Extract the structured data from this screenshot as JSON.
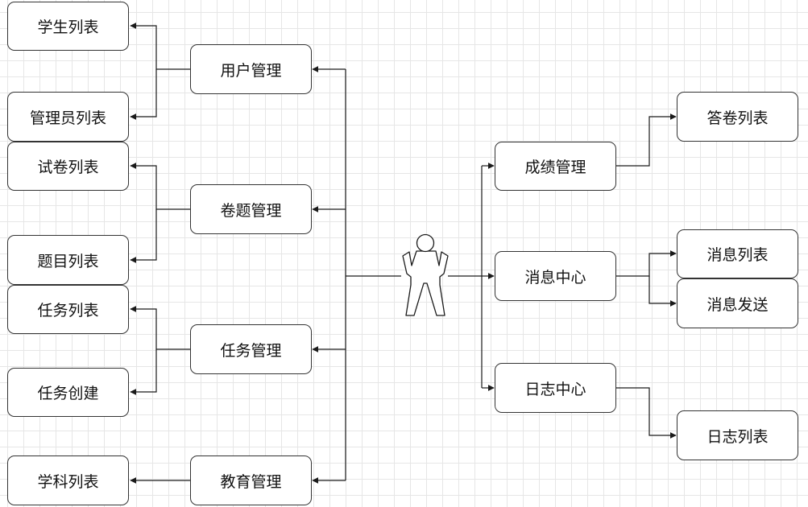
{
  "diagram": {
    "actor": {
      "icon": "person-icon"
    },
    "left_branches": [
      {
        "label": "用户管理",
        "children": [
          "学生列表",
          "管理员列表"
        ]
      },
      {
        "label": "卷题管理",
        "children": [
          "试卷列表",
          "题目列表"
        ]
      },
      {
        "label": "任务管理",
        "children": [
          "任务列表",
          "任务创建"
        ]
      },
      {
        "label": "教育管理",
        "children": [
          "学科列表"
        ]
      }
    ],
    "right_branches": [
      {
        "label": "成绩管理",
        "children": [
          "答卷列表"
        ]
      },
      {
        "label": "消息中心",
        "children": [
          "消息列表",
          "消息发送"
        ]
      },
      {
        "label": "日志中心",
        "children": [
          "日志列表"
        ]
      }
    ]
  }
}
